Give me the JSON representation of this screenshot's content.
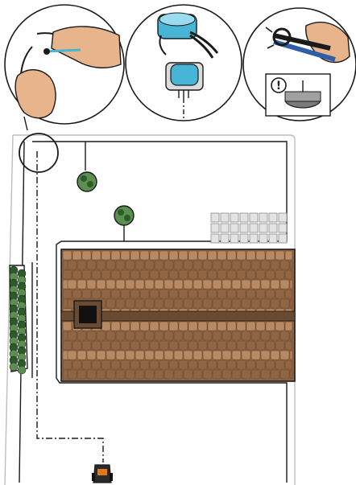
{
  "diagram": {
    "caption": "",
    "colors": {
      "line": "#1a1a1a",
      "roof_dark": "#6b4a32",
      "roof_light": "#b88a63",
      "roof_mid": "#8f6544",
      "chimney": "#111111",
      "shrub": "#5a8f4f",
      "shrub_dark": "#2e5a2a",
      "paving": "#e4e4e4",
      "connector_blue": "#47b6d6",
      "skin": "#e8b48c"
    },
    "insets": [
      {
        "id": "hand-splice",
        "icon": "hand-twisting-wire-icon"
      },
      {
        "id": "connector",
        "icon": "blue-connector-icon"
      },
      {
        "id": "pliers",
        "icon": "pliers-crimp-icon",
        "warning_glyph": "!"
      }
    ],
    "elements": [
      {
        "id": "boundary-wire",
        "icon": "boundary-wire-icon"
      },
      {
        "id": "guide-wire",
        "icon": "guide-wire-icon"
      },
      {
        "id": "house-roof",
        "icon": "roof-icon"
      },
      {
        "id": "chimney",
        "icon": "chimney-icon"
      },
      {
        "id": "tree-1",
        "icon": "tree-icon"
      },
      {
        "id": "tree-2",
        "icon": "tree-icon"
      },
      {
        "id": "hedge",
        "icon": "hedge-icon"
      },
      {
        "id": "paving",
        "icon": "paving-tiles-icon"
      },
      {
        "id": "mower",
        "icon": "robotic-mower-icon"
      },
      {
        "id": "detail-circle",
        "icon": "magnifier-circle-icon"
      }
    ]
  }
}
